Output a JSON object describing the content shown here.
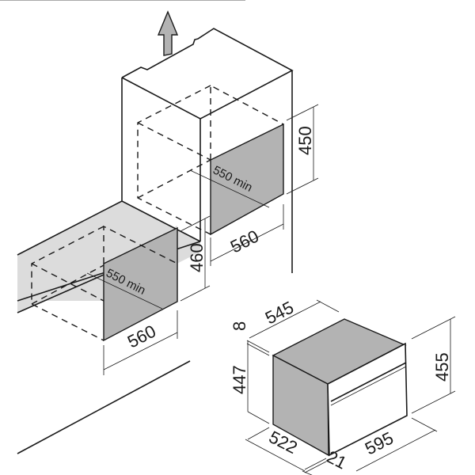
{
  "colors": {
    "line": "#1a1a1a",
    "shade": "#b3b3b3",
    "counter": "#dcdcdc",
    "background": "#ffffff"
  },
  "icons": {
    "ventilation_arrow": "arrow-up-icon"
  },
  "upper_niche": {
    "height": "450",
    "depth": "550 min",
    "width": "560"
  },
  "lower_niche": {
    "height": "460",
    "depth": "550 min",
    "width": "560"
  },
  "appliance": {
    "depth_top": "545",
    "panel": "8",
    "body_height": "447",
    "total_height": "455",
    "body_depth": "522",
    "door": "21",
    "width": "595"
  }
}
